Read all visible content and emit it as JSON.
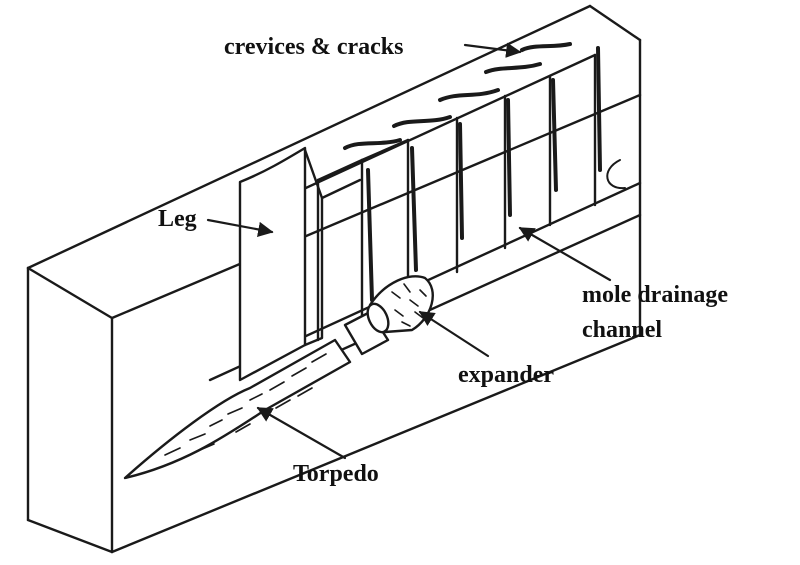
{
  "labels": {
    "crevices": "crevices & cracks",
    "leg": "Leg",
    "mole_line1": "mole drainage",
    "mole_line2": "channel",
    "expander": "expander",
    "torpedo": "Torpedo"
  },
  "colors": {
    "ink": "#1a1a1a",
    "background": "#ffffff"
  }
}
